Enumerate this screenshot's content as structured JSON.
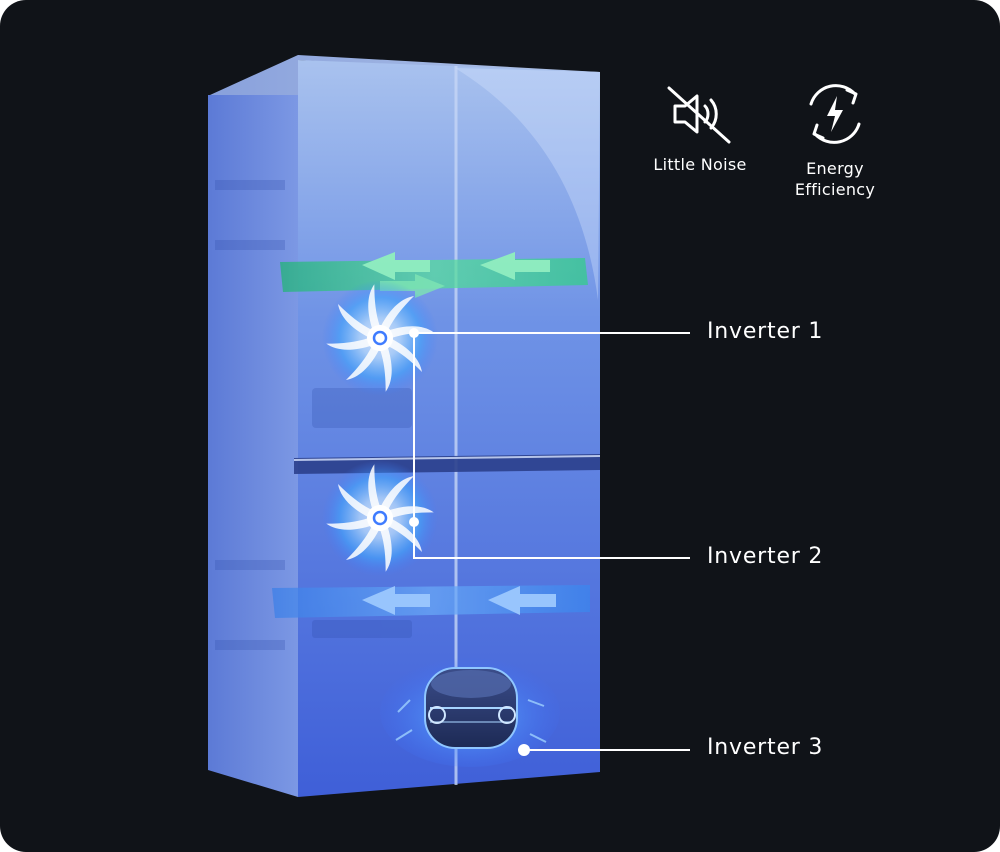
{
  "features": [
    {
      "label": "Little Noise",
      "icon": "mute-speaker-icon"
    },
    {
      "label": "Energy\nEfficiency",
      "icon": "energy-cycle-icon"
    }
  ],
  "callouts": [
    {
      "label": "Inverter 1"
    },
    {
      "label": "Inverter 2"
    },
    {
      "label": "Inverter 3"
    }
  ],
  "colors": {
    "background": "#101318",
    "fridge_blue": "#4a72e0",
    "airflow_green": "#3fd58a",
    "airflow_blue": "#4a8ef0",
    "line": "#ffffff"
  }
}
